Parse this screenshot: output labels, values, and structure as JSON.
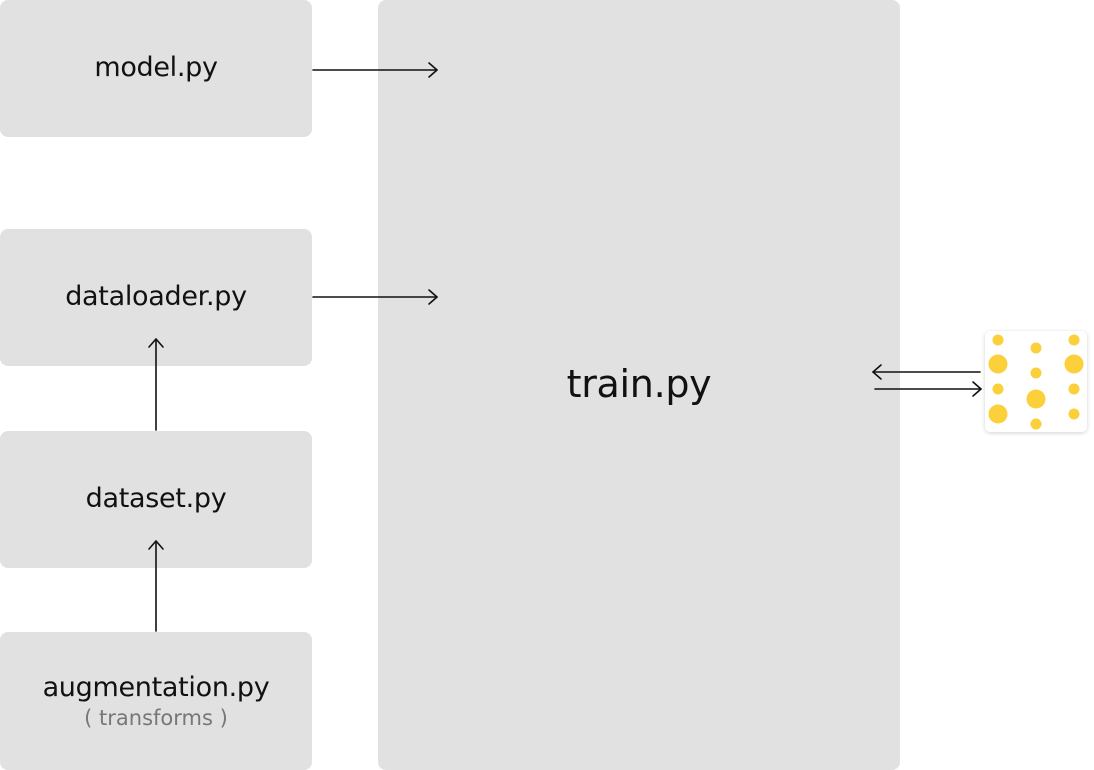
{
  "nodes": {
    "model": {
      "label": "model.py"
    },
    "dataloader": {
      "label": "dataloader.py"
    },
    "dataset": {
      "label": "dataset.py"
    },
    "augmentation": {
      "label": "augmentation.py",
      "sublabel": "( transforms )"
    },
    "train": {
      "label": "train.py"
    }
  },
  "colors": {
    "box_fill": "#e1e1e1",
    "arrow": "#111111",
    "dot": "#fcd03a",
    "sublabel": "#777777"
  },
  "icons": {
    "data_tile": "yellow-dots-icon"
  }
}
